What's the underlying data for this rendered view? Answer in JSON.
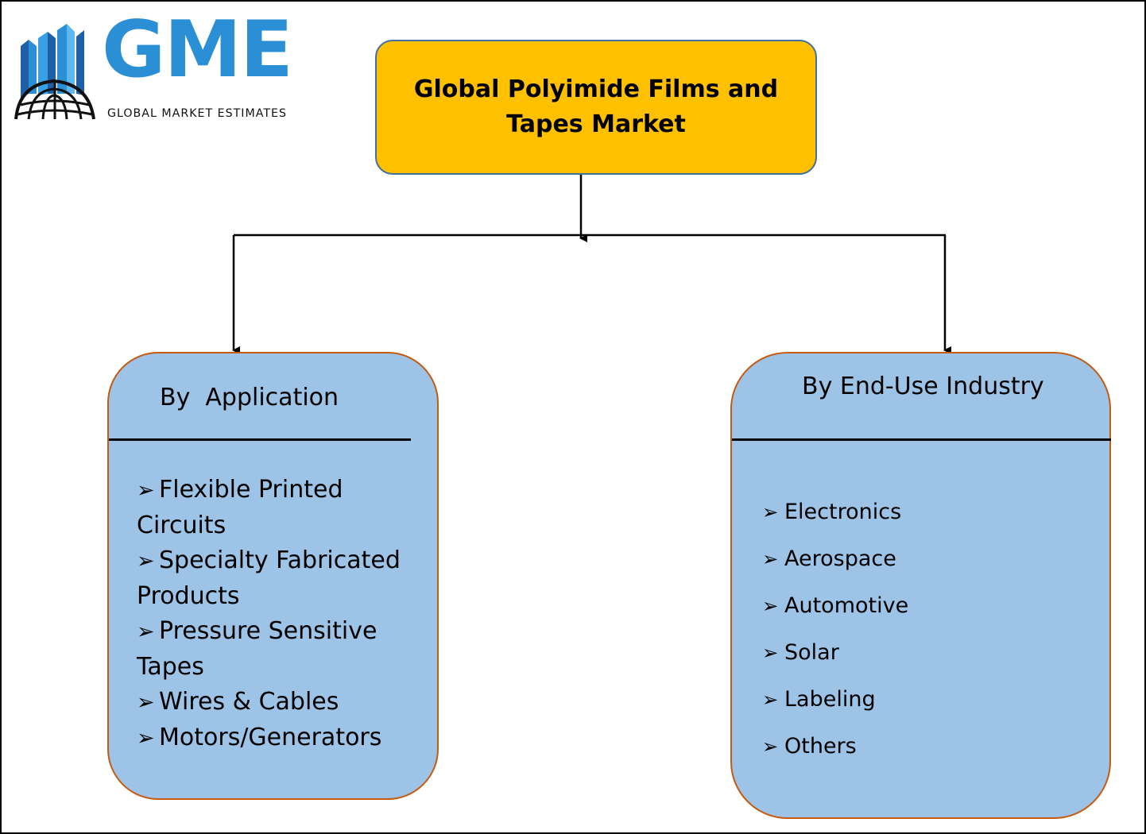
{
  "logo": {
    "letters": "GME",
    "tagline": "GLOBAL MARKET ESTIMATES",
    "brand_color": "#2b8fd6"
  },
  "root": {
    "title": "Global Polyimide Films and Tapes Market",
    "fill_color": "#ffc000"
  },
  "categories": [
    {
      "title": "By  Application",
      "fill_color": "#9dc3e6",
      "items": [
        "Flexible Printed Circuits",
        "Specialty Fabricated Products",
        "Pressure Sensitive Tapes",
        "Wires & Cables",
        "Motors/Generators"
      ]
    },
    {
      "title": "By End-Use Industry",
      "fill_color": "#9dc3e6",
      "items": [
        "Electronics",
        "Aerospace",
        "Automotive",
        "Solar",
        "Labeling",
        "Others"
      ]
    }
  ],
  "bullet_glyph": "➢",
  "connector_color": "#000000",
  "category_border_color": "#c55a11"
}
